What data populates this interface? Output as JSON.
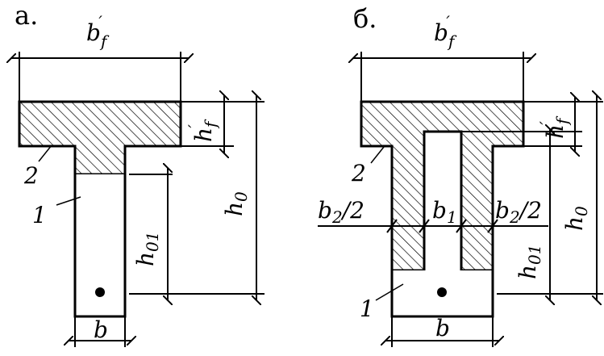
{
  "diagram": {
    "panel_a": {
      "panel_label": "а.",
      "width_label": "b",
      "width_label_sub": "f",
      "width_label_prime": "′",
      "flange_height_label": "h",
      "flange_height_sub": "f",
      "flange_height_prime": "′",
      "effective_depth_label": "h",
      "effective_depth_sub": "0",
      "h01_label": "h",
      "h01_sub": "01",
      "rib_width_label": "b",
      "marker_1": "1",
      "marker_2": "2"
    },
    "panel_b": {
      "panel_label": "б.",
      "width_label": "b",
      "width_label_sub": "f",
      "width_label_prime": "′",
      "flange_height_label": "h",
      "flange_height_sub": "f",
      "flange_height_prime": "′",
      "effective_depth_label": "h",
      "effective_depth_sub": "0",
      "h01_label": "h",
      "h01_sub": "01",
      "rib_width_label": "b",
      "b2_left_label": "b",
      "b2_left_sub": "2",
      "b2_left_tail": "/2",
      "b1_label": "b",
      "b1_sub": "1",
      "b2_right_label": "b",
      "b2_right_sub": "2",
      "b2_right_tail": "/2",
      "marker_1": "1",
      "marker_2": "2"
    }
  }
}
